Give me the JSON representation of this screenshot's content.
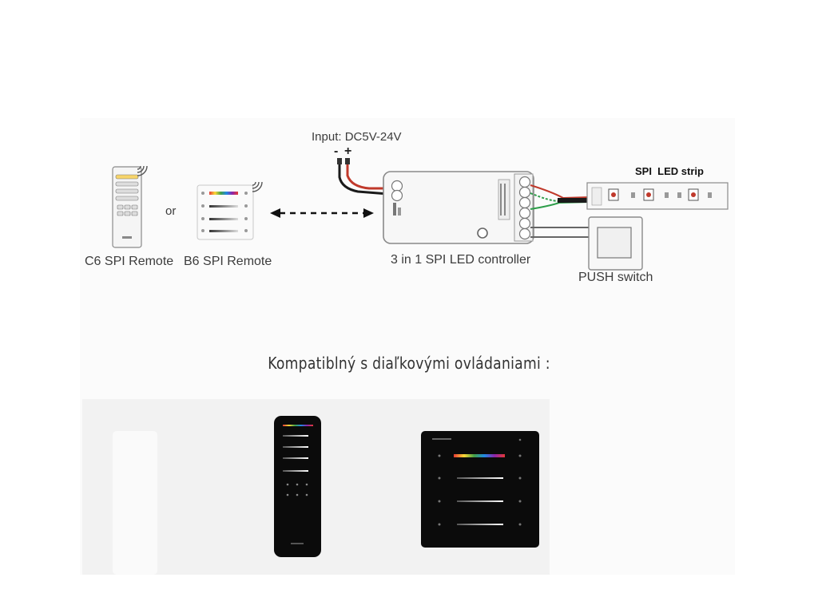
{
  "labels": {
    "input": "Input: DC5V-24V",
    "minus": "-",
    "plus": "+",
    "or": "or",
    "c6_remote": "C6 SPI Remote",
    "b6_remote": "B6 SPI Remote",
    "controller": "3 in 1 SPI LED controller",
    "strip": "SPI  LED strip",
    "push_switch": "PUSH switch"
  },
  "compatible_heading": "Kompatiblný s diaľkovými ovládaniami :",
  "colors": {
    "device_outline": "#8a8a8a",
    "device_fill": "#f7f7f7",
    "wire_black": "#1a1a1a",
    "wire_red": "#c0392b",
    "wire_green": "#2e9e4a",
    "strip_led": "#c0392b",
    "dark_remote": "#0b0b0b"
  }
}
